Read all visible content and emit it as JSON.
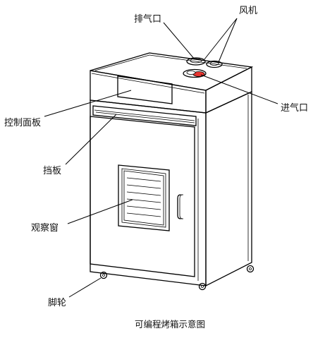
{
  "labels": {
    "exhaust_port": "排气口",
    "fan": "风机",
    "intake_port": "进气口",
    "control_panel": "控制面板",
    "baffle": "挡板",
    "view_window": "观察窗",
    "caster": "脚轮"
  },
  "caption": "可编程烤箱示意图",
  "colors": {
    "line": "#000000",
    "intake_fill": "#e8342f",
    "background": "#ffffff"
  }
}
